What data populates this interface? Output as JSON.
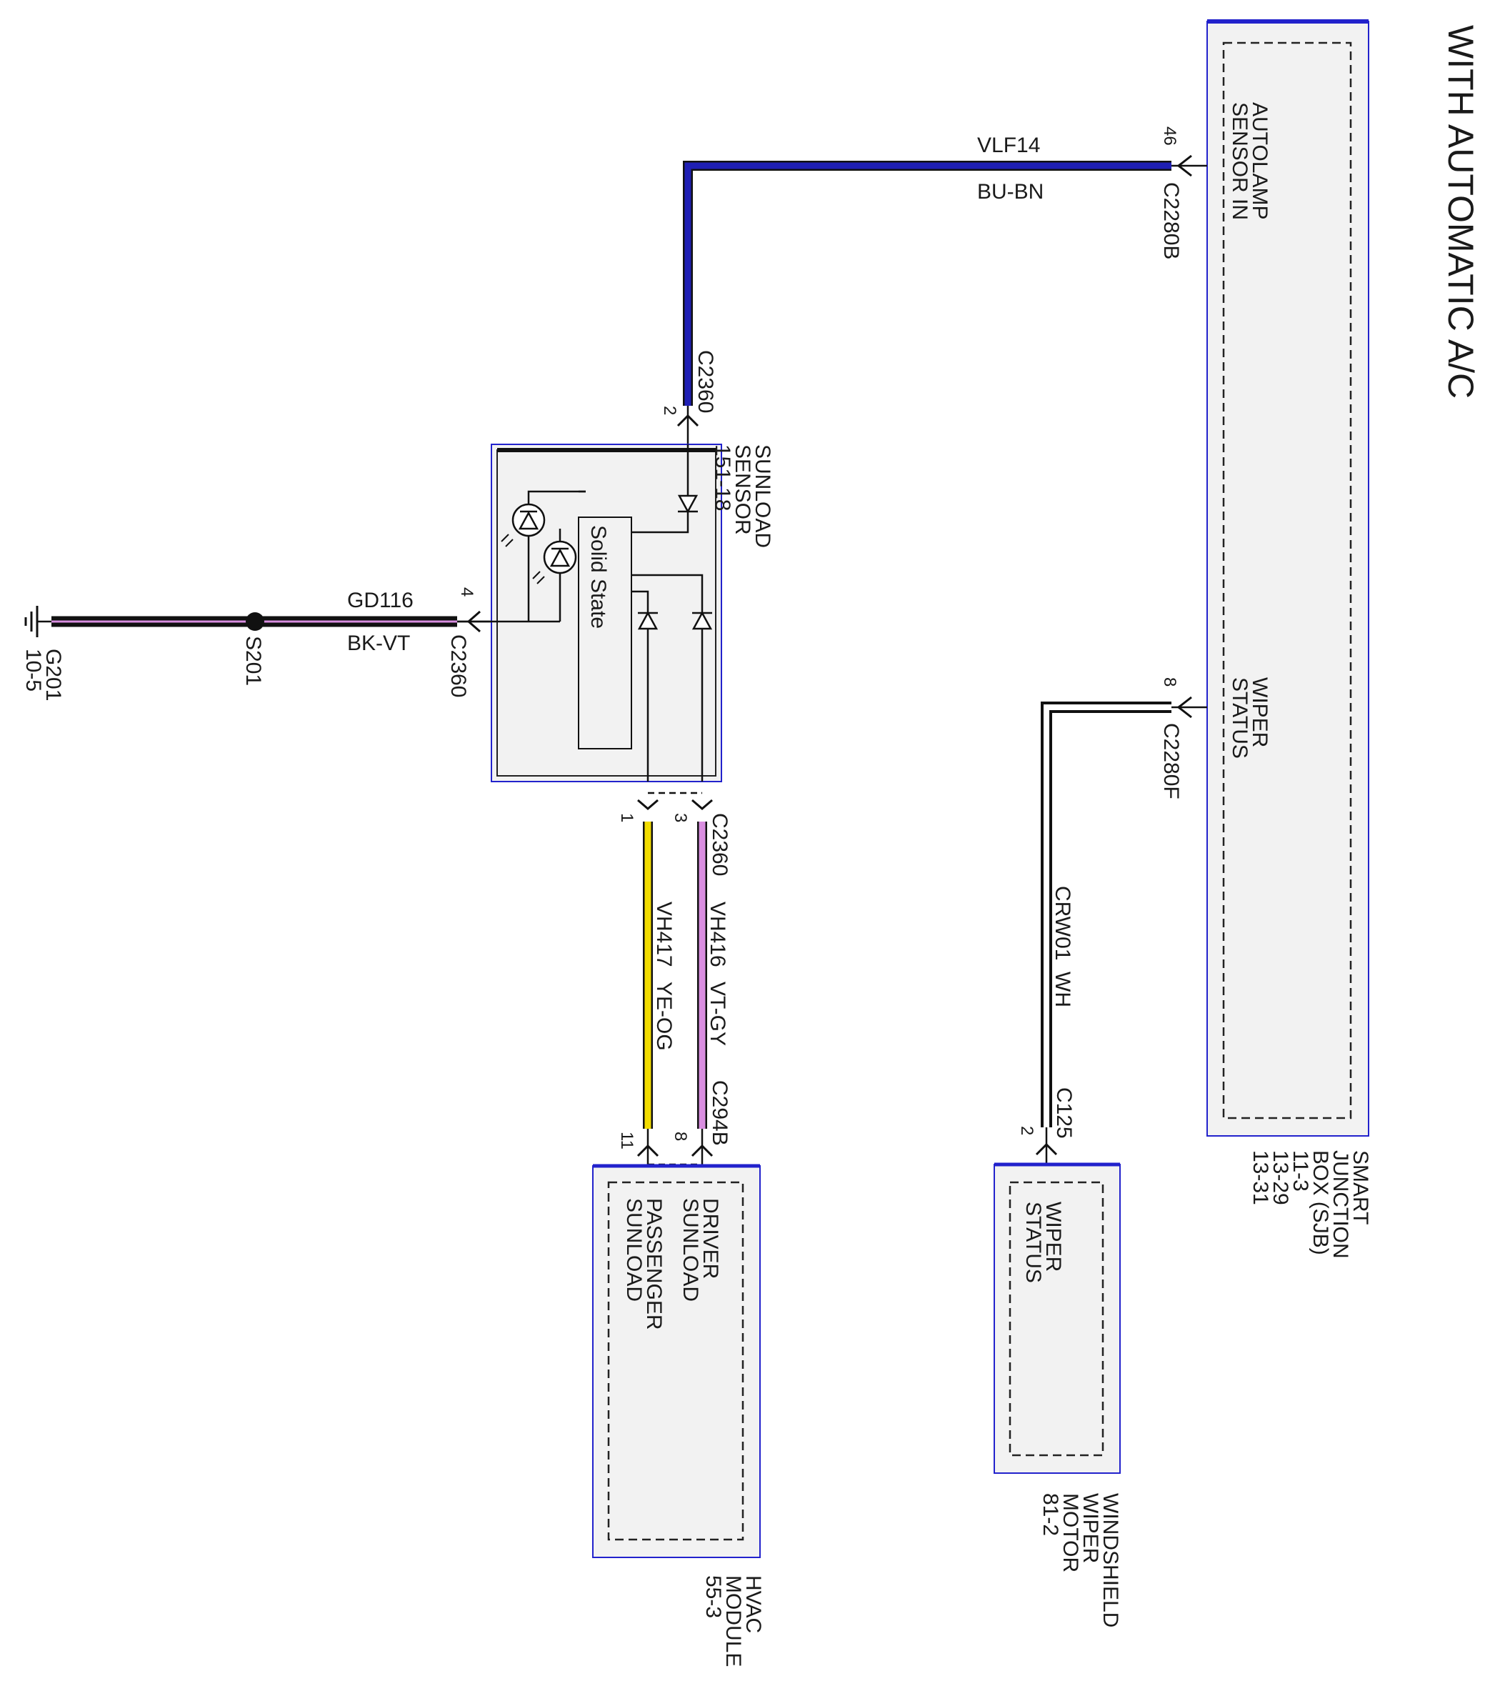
{
  "title": "WITH AUTOMATIC A/C",
  "colors": {
    "module_border": "#2222cc",
    "module_fill": "#f2f2f2",
    "wire_blue": "#1f1fb4",
    "wire_yellow": "#f2dc00",
    "wire_violet": "#d98ee0",
    "wire_black": "#111111"
  },
  "modules": {
    "sjb": {
      "name": [
        "SMART",
        "JUNCTION",
        "BOX (SJB)",
        "11-3",
        "13-29",
        "13-31"
      ],
      "pins": {
        "autolamp": {
          "label": [
            "AUTOLAMP",
            "SENSOR IN"
          ],
          "pin": "46",
          "connector": "C2280B"
        },
        "wiper": {
          "label": [
            "WIPER",
            "STATUS"
          ],
          "pin": "8",
          "connector": "C2280F"
        }
      }
    },
    "sunload": {
      "name": [
        "SUNLOAD",
        "SENSOR",
        "151-18"
      ],
      "inner_label": "Solid State",
      "pin_top": {
        "pin": "2",
        "connector": "C2360"
      },
      "pin_ground": {
        "pin": "4",
        "connector": "C2360"
      },
      "pin_a": "1",
      "pin_b": "3",
      "connector_bottom": "C2360"
    },
    "hvac": {
      "name": [
        "HVAC",
        "MODULE",
        "55-3"
      ],
      "pins": {
        "driver": {
          "label": [
            "DRIVER",
            "SUNLOAD"
          ],
          "pin": "8"
        },
        "passenger": {
          "label": [
            "PASSENGER",
            "SUNLOAD"
          ],
          "pin": "11"
        }
      },
      "connector": "C294B"
    },
    "wiper_motor": {
      "name": [
        "WINDSHIELD",
        "WIPER",
        "MOTOR",
        "81-2"
      ],
      "pin": {
        "label": [
          "WIPER",
          "STATUS"
        ],
        "pin": "2",
        "connector": "C125"
      }
    }
  },
  "wires": {
    "vlf14": {
      "circuit": "VLF14",
      "color": "BU-BN"
    },
    "gd116": {
      "circuit": "GD116",
      "color": "BK-VT"
    },
    "vh416": {
      "circuit": "VH416",
      "color": "VT-GY"
    },
    "vh417": {
      "circuit": "VH417",
      "color": "YE-OG"
    },
    "crw01": {
      "circuit": "CRW01",
      "color": "WH"
    }
  },
  "splice": "S201",
  "ground": {
    "name": "G201",
    "ref": "10-5"
  }
}
